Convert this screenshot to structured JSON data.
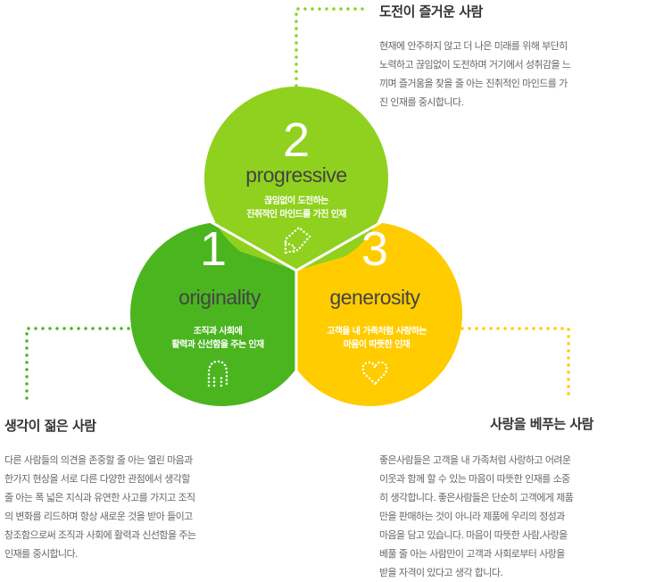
{
  "colors": {
    "progressive": "#8fd11e",
    "originality": "#4bb520",
    "generosity": "#ffcc00",
    "heading": "#333333",
    "body": "#666666"
  },
  "circles": {
    "progressive": {
      "number": "2",
      "word": "progressive",
      "caption": [
        "끊임없이 도전하는",
        "진취적인 마인드를 가진 인재"
      ],
      "icon": "pencil-icon"
    },
    "originality": {
      "number": "1",
      "word": "originality",
      "caption": [
        "조직과 사회에",
        "활력과 신선함을 주는 인재"
      ],
      "icon": "arch-icon"
    },
    "generosity": {
      "number": "3",
      "word": "generosity",
      "caption": [
        "고객을  내 가족처럼 사랑하는",
        "마음이 따뜻한 인재"
      ],
      "icon": "heart-icon"
    }
  },
  "blocks": {
    "progressive": {
      "title": "도전이 즐거운 사람",
      "lines": [
        "현재에 안주하지 않고 더 나은 미래를 위해 부단히",
        "노력하고 끊임없이 도전하며 거기에서 성취감을 느",
        "끼며 즐거움을 찾을 줄 아는 진취적인 마인드를 가",
        "진 인재를 중시합니다."
      ]
    },
    "originality": {
      "title": "생각이 젊은 사람",
      "lines": [
        "다른 사람들의 의견을 존중할 줄 아는 열린 마음과",
        "한가지 현상을 서로 다른 다양한 관점에서 생각할",
        "줄 아는 폭 넓은 지식과 유연한 사고를 가지고 조직",
        "의 변화를 리드하며 항상 새로운 것을 받아 들이고",
        "창조함으로써 조직과 사회에 활력과 신선함을 주는",
        "인재를 중시합니다."
      ]
    },
    "generosity": {
      "title": "사랑을 베푸는 사람",
      "lines": [
        "좋은사람들은 고객을 내 가족처럼 사랑하고 어려운",
        "이웃과 함께 할 수 있는 마음이 따뜻한 인재를 소중",
        "히 생각합니다. 좋은사람들은 단순히 고객에게 제품",
        "만을 판매하는 것이 아니라 제품에 우리의 정성과",
        "마음을 담고 있습니다. 마음이 따뜻한 사람,사랑을",
        "베풀 줄 아는 사람만이 고객과 사회로부터 사랑을",
        "받을 자격이 있다고 생각 합니다."
      ]
    }
  }
}
